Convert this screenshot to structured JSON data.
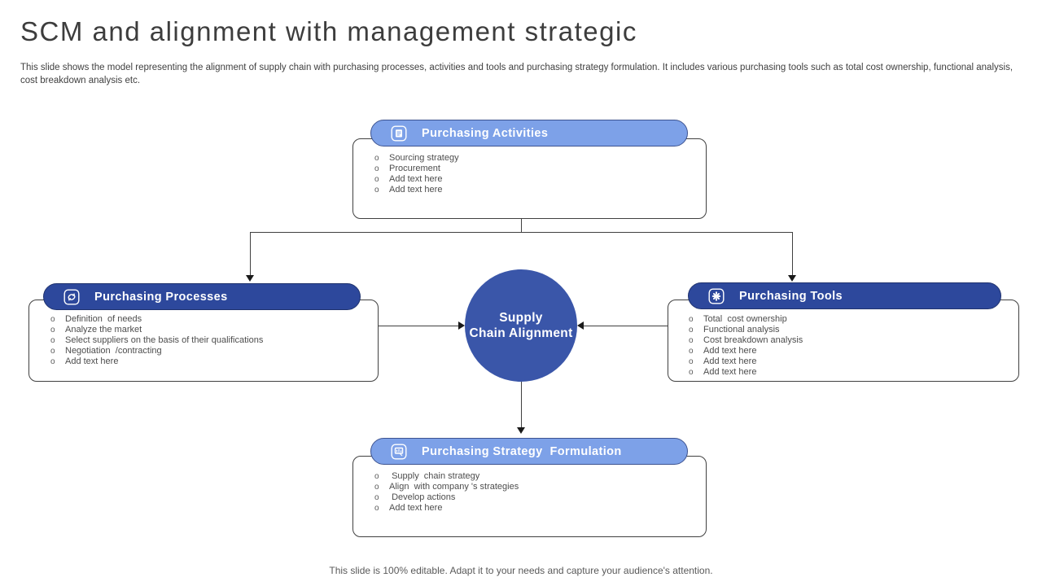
{
  "slide": {
    "title": "SCM and alignment with management strategic",
    "description": "This slide shows the model representing the alignment of supply chain with purchasing processes, activities and tools and purchasing strategy formulation. It includes various purchasing tools such as total cost ownership, functional analysis, cost breakdown analysis etc.",
    "footer": "This slide is 100% editable. Adapt it to your needs and capture your audience's attention."
  },
  "diagram": {
    "center_circle": {
      "label_line1": "Supply",
      "label_line2": "Chain Alignment"
    },
    "boxes": {
      "activities": {
        "title": "Purchasing Activities",
        "icon": "document-icon",
        "style": "light",
        "items": [
          "Sourcing strategy",
          "Procurement",
          "Add text here",
          "Add text here"
        ]
      },
      "processes": {
        "title": "Purchasing Processes",
        "icon": "process-cycle-icon",
        "style": "dark",
        "items": [
          "Definition  of needs",
          "Analyze the market",
          "Select suppliers on the basis of their qualifications",
          "Negotiation  /contracting",
          "Add text here"
        ]
      },
      "tools": {
        "title": "Purchasing Tools",
        "icon": "gear-icon",
        "style": "dark",
        "items": [
          "Total  cost ownership",
          "Functional analysis",
          "Cost breakdown analysis",
          "Add text here",
          "Add text here",
          "Add text here"
        ]
      },
      "strategy": {
        "title": "Purchasing Strategy  Formulation",
        "icon": "chart-board-icon",
        "style": "light",
        "items": [
          " Supply  chain strategy",
          "Align  with company 's strategies",
          " Develop actions",
          "Add text here"
        ]
      }
    }
  },
  "colors": {
    "light_pill": "#7da1e8",
    "dark_pill": "#2d489c",
    "circle": "#3a56a9",
    "box_border": "#404040",
    "body_text": "#4d4d4d",
    "title_text": "#3d3d3d"
  }
}
